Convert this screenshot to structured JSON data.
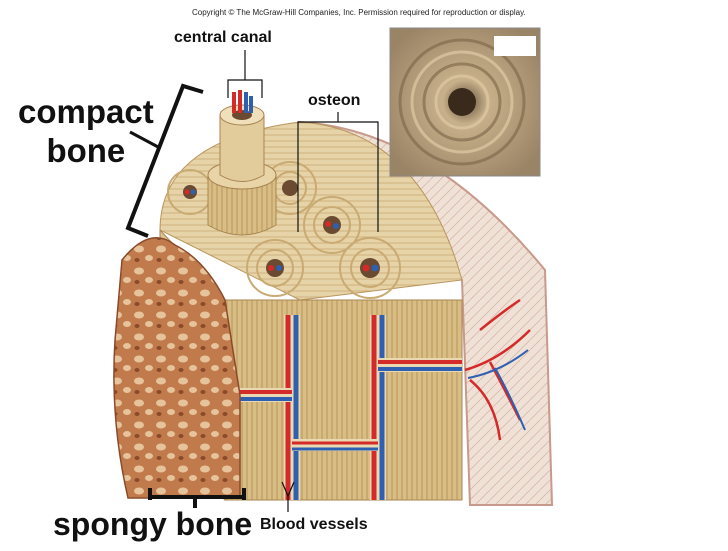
{
  "copyright": "Copyright © The McGraw-Hill Companies, Inc. Permission required for reproduction or display.",
  "labels": {
    "central_canal": "central canal",
    "osteon": "osteon",
    "compact_bone_line1": "compact",
    "compact_bone_line2": "bone",
    "spongy_bone": "spongy bone",
    "blood_vessels": "Blood  vessels"
  },
  "colors": {
    "bone_light": "#e8d6ae",
    "bone_mid": "#d9bf8a",
    "bone_dark": "#b8955c",
    "spongy": "#b8754a",
    "artery": "#d42a2a",
    "vein": "#2f5fb0",
    "periosteum": "#d9a99c"
  }
}
